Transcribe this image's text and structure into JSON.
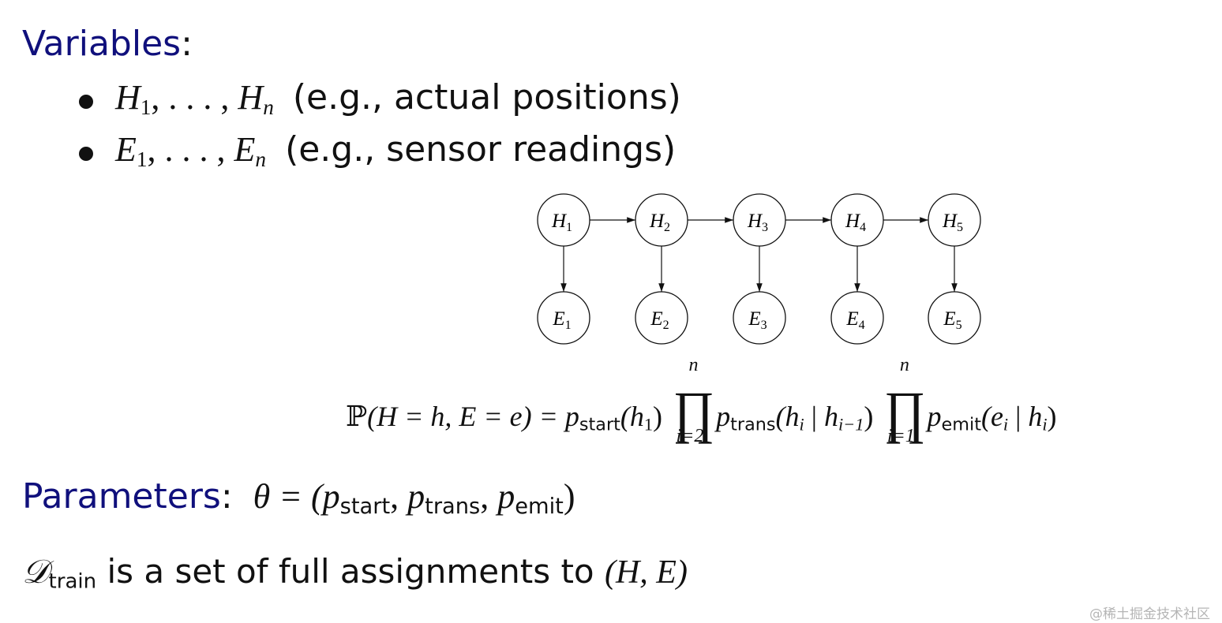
{
  "variables_heading": "Variables",
  "variables_colon": ":",
  "bullets": [
    {
      "var_first": "H",
      "sub_first": "1",
      "dots": ", . . . , ",
      "var_last": "H",
      "sub_last": "n",
      "note": "(e.g., actual positions)"
    },
    {
      "var_first": "E",
      "sub_first": "1",
      "dots": ", . . . , ",
      "var_last": "E",
      "sub_last": "n",
      "note": "(e.g., sensor readings)"
    }
  ],
  "diagram": {
    "hidden_nodes": [
      {
        "var": "H",
        "sub": "1"
      },
      {
        "var": "H",
        "sub": "2"
      },
      {
        "var": "H",
        "sub": "3"
      },
      {
        "var": "H",
        "sub": "4"
      },
      {
        "var": "H",
        "sub": "5"
      }
    ],
    "evidence_nodes": [
      {
        "var": "E",
        "sub": "1"
      },
      {
        "var": "E",
        "sub": "2"
      },
      {
        "var": "E",
        "sub": "3"
      },
      {
        "var": "E",
        "sub": "4"
      },
      {
        "var": "E",
        "sub": "5"
      }
    ]
  },
  "formula": {
    "lhs_prob": "ℙ",
    "lhs_args": "(H = h, E = e) = ",
    "p": "p",
    "start_sub": "start",
    "start_arg": "(h",
    "start_arg_sub": "1",
    "close_paren": ")",
    "prod1_upper": "n",
    "prod1_lower": "i=2",
    "prod_symbol": "∏",
    "trans_sub": "trans",
    "trans_arg_a": "(h",
    "trans_arg_a_sub": "i",
    "bar": " | ",
    "trans_arg_b": "h",
    "trans_arg_b_sub": "i−1",
    "prod2_upper": "n",
    "prod2_lower": "i=1",
    "emit_sub": "emit",
    "emit_arg_a": "(e",
    "emit_arg_a_sub": "i",
    "emit_arg_b": "h",
    "emit_arg_b_sub": "i"
  },
  "parameters_heading": "Parameters",
  "parameters_colon": ":",
  "parameters_theta": "θ = (",
  "parameters_comma": ", ",
  "dtrain_symbol": "𝒟",
  "dtrain_sub": "train",
  "dtrain_text": " is a set of full assignments to ",
  "dtrain_args": "(H, E)",
  "watermark": "@稀土掘金技术社区"
}
